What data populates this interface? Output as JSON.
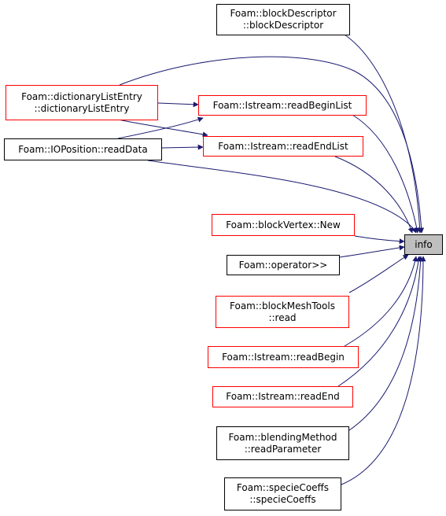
{
  "colors": {
    "edge": "#191970",
    "red_border": "#ff0000",
    "black_border": "#000000",
    "target_fill": "#bfbfbf"
  },
  "nodes": {
    "target": {
      "label": "info"
    },
    "block_descriptor": {
      "line1": "Foam::blockDescriptor",
      "line2": "::blockDescriptor"
    },
    "dictionary_list_entry": {
      "line1": "Foam::dictionaryListEntry",
      "line2": "::dictionaryListEntry"
    },
    "io_position_read_data": {
      "label": "Foam::IOPosition::readData"
    },
    "istream_read_begin_list": {
      "label": "Foam::Istream::readBeginList"
    },
    "istream_read_end_list": {
      "label": "Foam::Istream::readEndList"
    },
    "block_vertex_new": {
      "label": "Foam::blockVertex::New"
    },
    "operator_shift": {
      "label": "Foam::operator>>"
    },
    "block_mesh_tools_read": {
      "line1": "Foam::blockMeshTools",
      "line2": "::read"
    },
    "istream_read_begin": {
      "label": "Foam::Istream::readBegin"
    },
    "istream_read_end": {
      "label": "Foam::Istream::readEnd"
    },
    "blending_method_read_parameter": {
      "line1": "Foam::blendingMethod",
      "line2": "::readParameter"
    },
    "specie_coeffs": {
      "line1": "Foam::specieCoeffs",
      "line2": "::specieCoeffs"
    }
  }
}
